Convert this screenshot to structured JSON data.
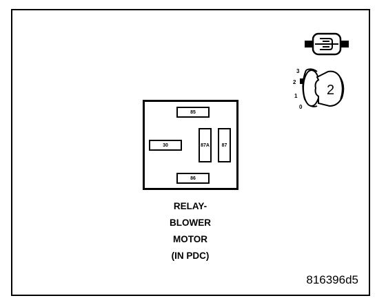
{
  "relay": {
    "pins": {
      "p85": "85",
      "p30": "30",
      "p87a": "87A",
      "p87": "87",
      "p86": "86"
    }
  },
  "caption": {
    "line1": "RELAY-",
    "line2": "BLOWER",
    "line3": "MOTOR",
    "line4": "(IN PDC)"
  },
  "key_icon": {
    "positions": [
      "3",
      "2",
      "1",
      "0"
    ],
    "key_number": "2"
  },
  "figure_id": "816396d5"
}
